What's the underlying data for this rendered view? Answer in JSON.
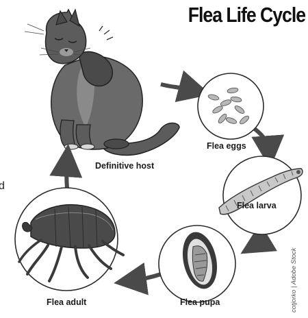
{
  "title": "Flea Life Cycle",
  "stages": {
    "host": {
      "label": "Definitive host"
    },
    "eggs": {
      "label": "Flea eggs"
    },
    "larva": {
      "label": "Flea larva"
    },
    "pupa": {
      "label": "Flea pupa"
    },
    "adult": {
      "label": "Flea adult"
    }
  },
  "credit": "cotjorko | Adobe Stock",
  "edge_text_fragment": "d",
  "colors": {
    "ink": "#111111",
    "arrow": "#4a4a4a",
    "cat_fur": "#5c5c5c",
    "cat_dark": "#3a3a3a",
    "egg": "#b8b8b8",
    "larva": "#c8c8c8",
    "circle_stroke": "#2a2a2a"
  }
}
